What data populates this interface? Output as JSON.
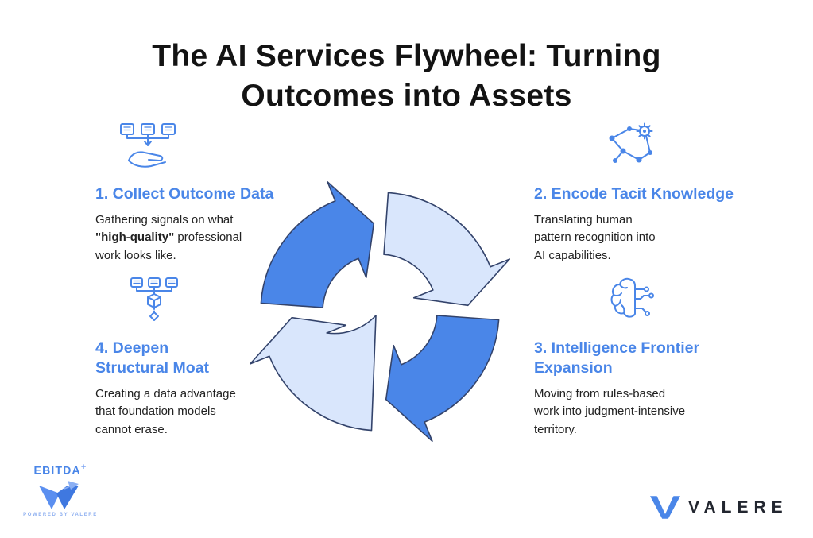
{
  "title": "The AI Services Flywheel: Turning\nOutcomes into Assets",
  "colors": {
    "accent_blue": "#4a86e8",
    "light_blue": "#d9e6fc",
    "outline_navy": "#33436b",
    "heading_text": "#131313",
    "body_text": "#222222",
    "valere_wordmark": "#22262f"
  },
  "icons": {
    "step1": "documents-into-hand-icon",
    "step2": "network-gear-icon",
    "step3": "brain-circuit-icon",
    "step4": "documents-to-cube-icon",
    "flywheel": "circular-arrows-flywheel"
  },
  "steps": [
    {
      "heading": "1. Collect Outcome Data",
      "desc_prefix": "Gathering signals on what\n",
      "desc_bold": "\"high-quality\"",
      "desc_suffix": " professional\nwork looks like."
    },
    {
      "heading": "2. Encode Tacit Knowledge",
      "desc": "Translating human\npattern recognition into\nAI capabilities."
    },
    {
      "heading": "3. Intelligence Frontier\nExpansion",
      "desc": "Moving from rules-based\nwork into judgment-intensive\nterritory."
    },
    {
      "heading": "4. Deepen\nStructural Moat",
      "desc": "Creating a data advantage\nthat foundation models\ncannot erase."
    }
  ],
  "footer": {
    "ebitda_label": "EBITDA",
    "ebitda_plus": "+",
    "powered_by": "POWERED BY VALERE",
    "valere_label": "VALERE"
  }
}
